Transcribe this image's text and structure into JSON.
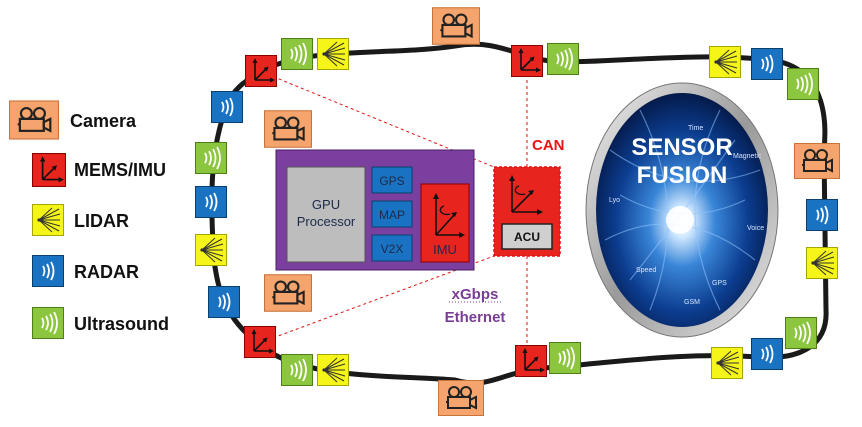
{
  "legend": {
    "camera": "Camera",
    "mems_imu": "MEMS/IMU",
    "lidar": "LIDAR",
    "radar": "RADAR",
    "ultrasound": "Ultrasound"
  },
  "processor": {
    "gpu": "GPU",
    "processor": "Processor",
    "gps": "GPS",
    "map": "MAP",
    "v2x": "V2X",
    "imu": "IMU"
  },
  "acu": {
    "label": "ACU",
    "can": "CAN"
  },
  "network": {
    "line1": "xGbps",
    "line2": "Ethernet"
  },
  "fusion": {
    "line1": "SENSOR",
    "line2": "FUSION",
    "words": [
      "Time",
      "Magnetic",
      "Lyo",
      "Voice",
      "Speed",
      "GPS",
      "GSM"
    ]
  },
  "colors": {
    "camera": "#f4a46c",
    "imu": "#e8241e",
    "lidar": "#f5f51a",
    "radar": "#1a73c2",
    "ultrasound": "#8cc63f",
    "processor_block": "#7b3fa0",
    "can": "#e11111",
    "ethernet": "#7a3d96",
    "bus": "#1a1a1a"
  },
  "icons": [
    "camera-icon",
    "imu-axis-icon",
    "lidar-beam-icon",
    "radar-wave-icon",
    "ultrasound-wave-icon"
  ]
}
